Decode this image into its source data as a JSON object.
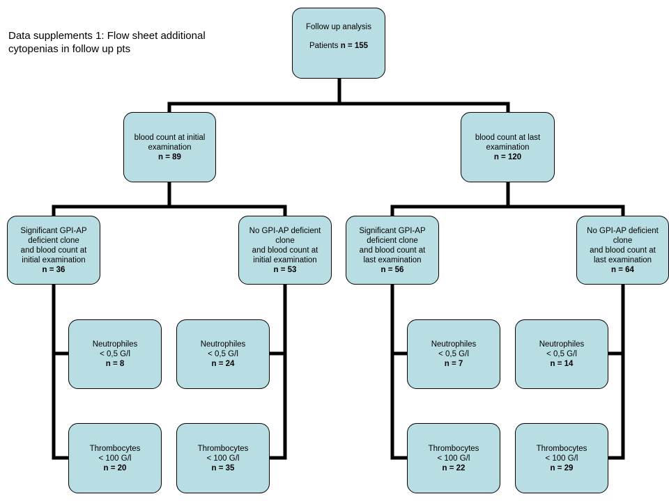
{
  "caption": "Data supplements 1: Flow sheet additional cytopenias in follow up pts",
  "root": {
    "label": "Follow up analysis",
    "count_prefix": "Patients ",
    "count": "n = 155"
  },
  "initial": {
    "label": "blood count at initial\nexamination",
    "count": "n = 89",
    "sig": {
      "label": "Significant GPI-AP\ndeficient clone\nand blood count at\ninitial examination",
      "count": "n = 36",
      "neut": {
        "label": "Neutrophiles\n< 0,5 G/l",
        "count": "n = 8"
      },
      "thr": {
        "label": "Thrombocytes\n< 100 G/l",
        "count": "n = 20"
      }
    },
    "nosig": {
      "label": "No GPI-AP deficient\nclone\nand blood count at\ninitial examination",
      "count": "n = 53",
      "neut": {
        "label": "Neutrophiles\n< 0,5 G/l",
        "count": "n = 24"
      },
      "thr": {
        "label": "Thrombocytes\n< 100 G/l",
        "count": "n = 35"
      }
    }
  },
  "last": {
    "label": "blood count at last\nexamination",
    "count": "n = 120",
    "sig": {
      "label": "Significant GPI-AP\ndeficient clone\nand blood count at\nlast examination",
      "count": "n = 56",
      "neut": {
        "label": "Neutrophiles\n< 0,5 G/l",
        "count": "n = 7"
      },
      "thr": {
        "label": "Thrombocytes\n< 100 G/l",
        "count": "n = 22"
      }
    },
    "nosig": {
      "label": "No GPI-AP deficient\nclone\nand blood count at\nlast examination",
      "count": "n = 64",
      "neut": {
        "label": "Neutrophiles\n< 0,5 G/l",
        "count": "n = 14"
      },
      "thr": {
        "label": "Thrombocytes\n< 100 G/l",
        "count": "n = 29"
      }
    }
  },
  "colors": {
    "node_fill": "#b8dde3",
    "connector": "#000000"
  }
}
